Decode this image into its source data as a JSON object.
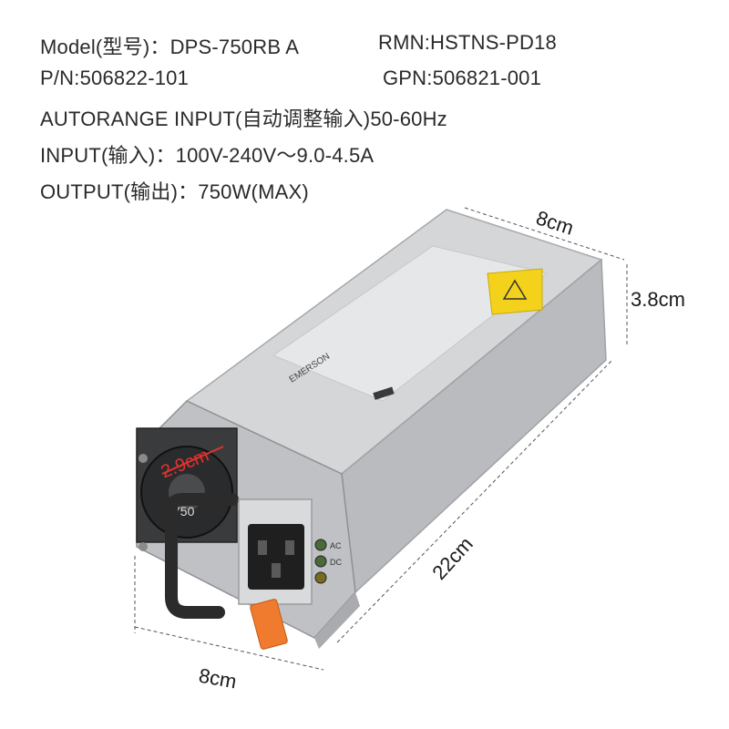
{
  "specs": {
    "model": "Model(型号)：DPS-750RB A",
    "rmn": "RMN:HSTNS-PD18",
    "pn": "P/N:506822-101",
    "gpn": "GPN:506821-001",
    "autorange": "AUTORANGE INPUT(自动调整输入)50-60Hz",
    "input": "INPUT(输入)：100V-240V～9.0-4.5A",
    "output": "OUTPUT(输出)：750W(MAX)"
  },
  "dimensions": {
    "top_width": "8cm",
    "height": "3.8cm",
    "length": "22cm",
    "bottom_width": "8cm",
    "fan_size": "2.9cm"
  },
  "product": {
    "brand_label": "EMERSON",
    "fan_label": "750",
    "led_labels": [
      "AC",
      "DC"
    ]
  },
  "colors": {
    "chassis": "#cfd1d3",
    "chassis_dark": "#9a9c9f",
    "handle": "#2b2b2b",
    "latch": "#f07a2e",
    "warning_label": "#f4d21c",
    "fan_dim": "#e0322f"
  }
}
